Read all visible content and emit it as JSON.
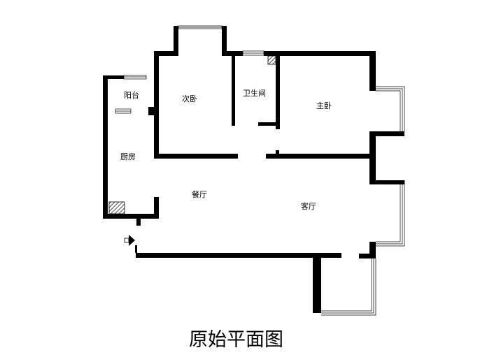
{
  "title": "原始平面图",
  "rooms": {
    "balcony": "阳台",
    "kitchen": "厨房",
    "second_bedroom": "次卧",
    "bathroom": "卫生间",
    "master_bedroom": "主卧",
    "dining": "餐厅",
    "living": "客厅"
  },
  "colors": {
    "wall": "#000000",
    "background": "#ffffff"
  },
  "icons": {
    "entrance": "entrance-arrow-icon",
    "shaft": "hatched-shaft-icon"
  }
}
